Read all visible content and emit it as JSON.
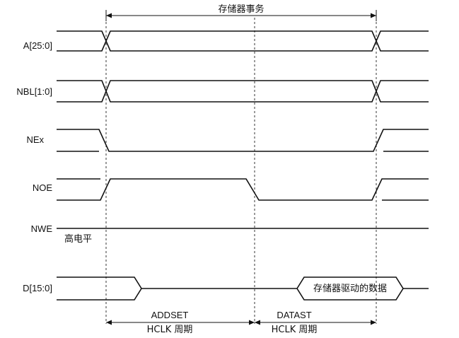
{
  "top_caption": "存储器事务",
  "signals": [
    {
      "id": "addr",
      "label": "A[25:0]"
    },
    {
      "id": "nbl",
      "label": "NBL[1:0]"
    },
    {
      "id": "nex",
      "label": "NEx"
    },
    {
      "id": "noe",
      "label": "NOE"
    },
    {
      "id": "nwe",
      "label": "NWE",
      "note": "高电平"
    },
    {
      "id": "data",
      "label": "D[15:0]",
      "bus_text": "存储器驱动的数据"
    }
  ],
  "phases": [
    {
      "id": "addset",
      "name": "ADDSET",
      "unit": "HCLK 周期"
    },
    {
      "id": "datast",
      "name": "DATAST",
      "unit": "HCLK 周期"
    }
  ]
}
